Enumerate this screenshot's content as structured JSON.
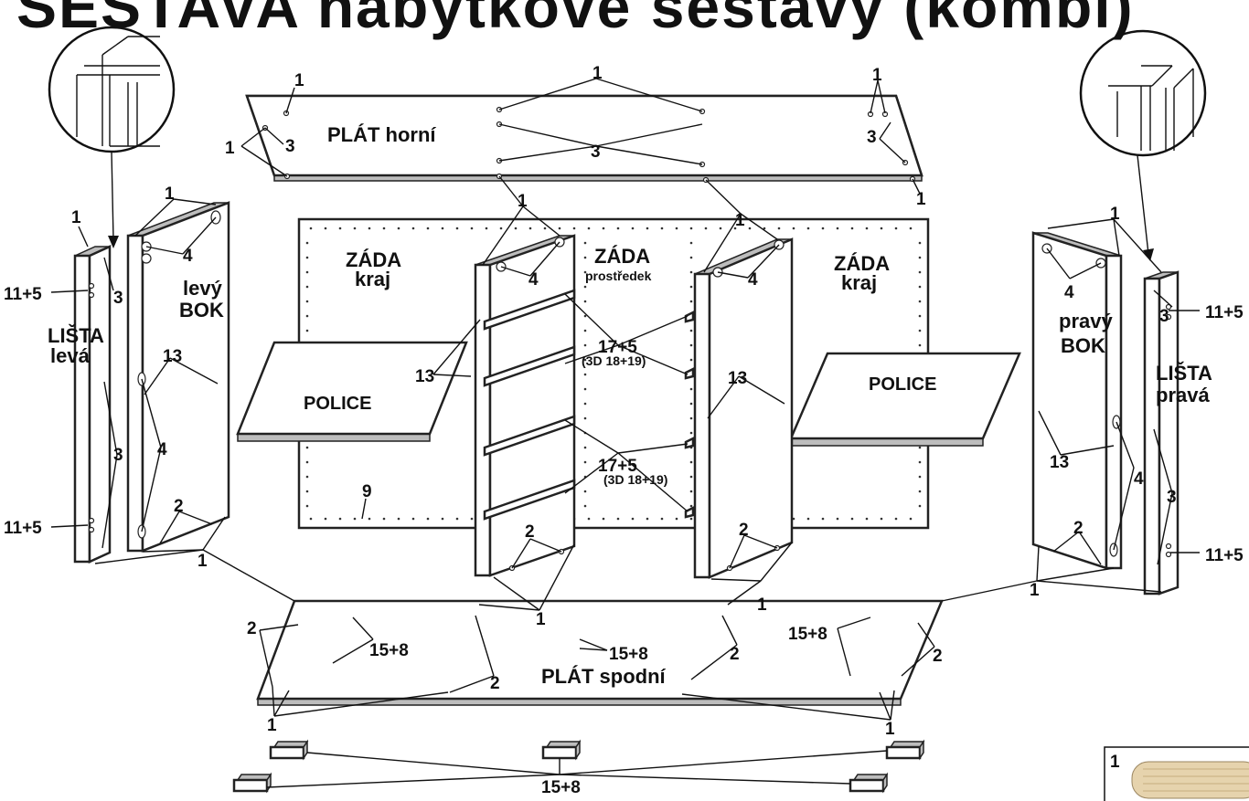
{
  "title": "SESTAVA nábytkové sestavy (kombi)",
  "panels": {
    "top": "PLÁT horní",
    "bottom": "PLÁT spodní",
    "back_left_1": "ZÁDA",
    "back_left_2": "kraj",
    "back_mid_1": "ZÁDA",
    "back_mid_2": "prostředek",
    "back_right_1": "ZÁDA",
    "back_right_2": "kraj",
    "left_side_1": "levý",
    "left_side_2": "BOK",
    "right_side_1": "pravý",
    "right_side_2": "BOK",
    "left_strip_1": "LIŠTA",
    "left_strip_2": "levá",
    "right_strip_1": "LIŠTA",
    "right_strip_2": "pravá",
    "shelf_left": "POLICE",
    "shelf_right": "POLICE"
  },
  "part_numbers": {
    "p1": "1",
    "p2": "2",
    "p3": "3",
    "p4": "4",
    "p9": "9",
    "p13": "13",
    "p11_5": "11+5",
    "p15_8": "15+8",
    "p17_5": "17+5",
    "p3d": "(3D 18+19)"
  },
  "legend": {
    "item_number": "1",
    "item_name": "dowel-wooden"
  },
  "colors": {
    "line": "#111111",
    "edge_fill": "#bdbdbd",
    "background": "#ffffff"
  }
}
